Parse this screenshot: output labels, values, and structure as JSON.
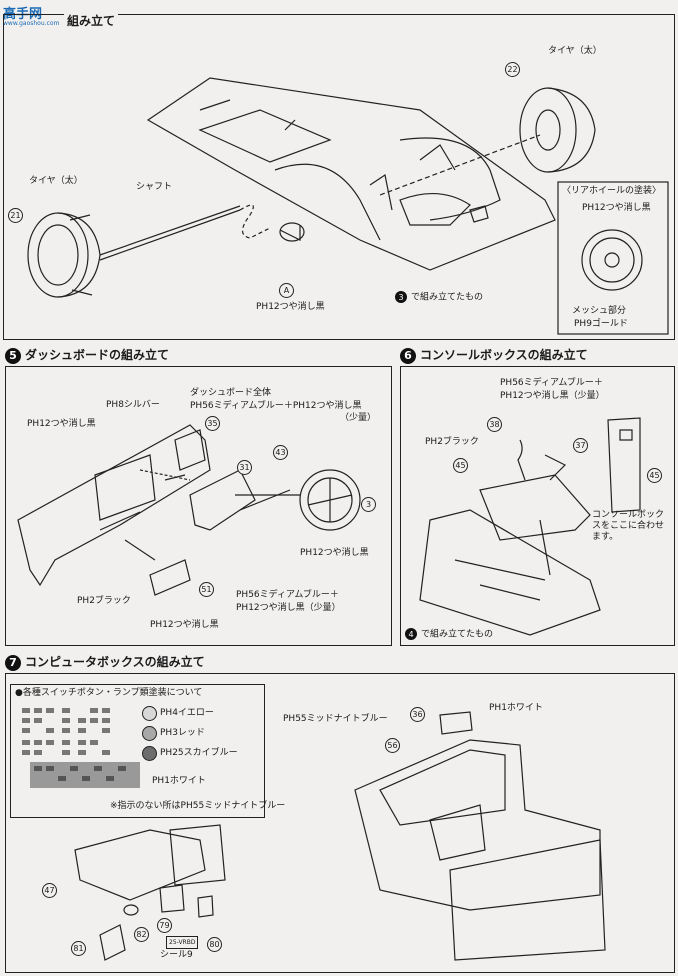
{
  "watermark": {
    "text": "高手网",
    "url": "www.gaoshou.com"
  },
  "step4": {
    "title": "組み立て",
    "labels": {
      "tire_right": "タイヤ（太）",
      "tire_left": "タイヤ（太）",
      "shaft": "シャフト",
      "paint_a": "PH12つや消し黒",
      "assembled": "で組み立てたもの",
      "assembled_num": "3",
      "rear_wheel_title": "〈リアホイールの塗装〉",
      "rear_wheel_paint1": "PH12つや消し黒",
      "mesh": "メッシュ部分",
      "mesh_paint": "PH9ゴールド"
    },
    "parts": [
      "22",
      "21",
      "A"
    ]
  },
  "step5": {
    "num": "5",
    "title": "ダッシュボードの組み立て",
    "labels": {
      "silver": "PH8シルバー",
      "dash_whole": "ダッシュボード全体",
      "dash_paint": "PH56ミディアムブルー＋PH12つや消し黒",
      "dash_small": "（少量）",
      "flat_black": "PH12つや消し黒",
      "black": "PH2ブラック",
      "flat_black2": "PH12つや消し黒",
      "flat_black3": "PH12つや消し黒",
      "mix1": "PH56ミディアムブルー＋",
      "mix2": "PH12つや消し黒（少量）"
    },
    "parts": [
      "35",
      "31",
      "43",
      "3",
      "51"
    ]
  },
  "step6": {
    "num": "6",
    "title": "コンソールボックスの組み立て",
    "labels": {
      "mix1": "PH56ミディアムブルー＋",
      "mix2": "PH12つや消し黒（少量）",
      "black": "PH2ブラック",
      "note": "コンソールボックスをここに合わせます。",
      "assembled": "で組み立てたもの",
      "assembled_num": "4"
    },
    "parts": [
      "38",
      "37",
      "45",
      "45"
    ]
  },
  "step7": {
    "num": "7",
    "title": "コンピュータボックスの組み立て",
    "legend_title": "●各種スイッチボタン・ランプ類塗装について",
    "legend": [
      {
        "label": "PH4イエロー",
        "color": "#d8d8d8"
      },
      {
        "label": "PH3レッド",
        "color": "#a8a8a8"
      },
      {
        "label": "PH25スカイブルー",
        "color": "#6d6d6d"
      }
    ],
    "white": "PH1ホワイト",
    "unspecified": "※指示のない所はPH55ミッドナイトブルー",
    "midnight": "PH55ミッドナイトブルー",
    "white2": "PH1ホワイト",
    "seal": "シール9",
    "seal_text": "25-VRBD",
    "parts": [
      "47",
      "79",
      "80",
      "81",
      "82",
      "36",
      "56"
    ]
  }
}
